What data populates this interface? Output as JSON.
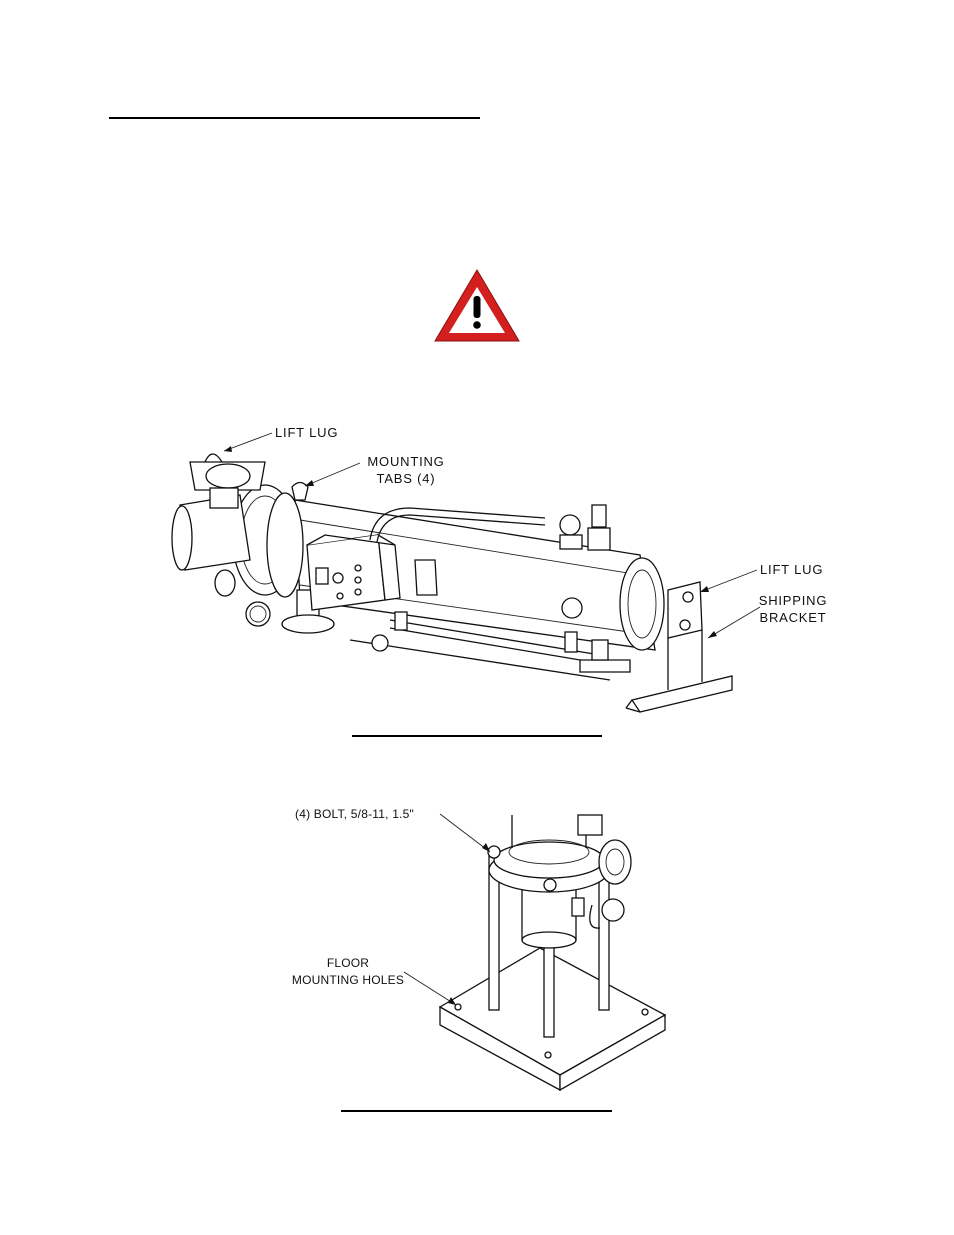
{
  "labels": {
    "lift_lug_top": "LIFT LUG",
    "mounting_tabs": [
      "MOUNTING",
      "TABS (4)"
    ],
    "lift_lug_right": "LIFT LUG",
    "shipping_bracket": [
      "SHIPPING",
      "BRACKET"
    ],
    "bolt": "(4) BOLT, 5/8-11, 1.5\"",
    "floor_mounting_holes": [
      "FLOOR",
      "MOUNTING HOLES"
    ]
  },
  "colors": {
    "warning_red": "#d41f1f",
    "warning_white": "#ffffff",
    "line": "#111111"
  },
  "icons": {
    "warning": "warning-triangle-icon"
  }
}
